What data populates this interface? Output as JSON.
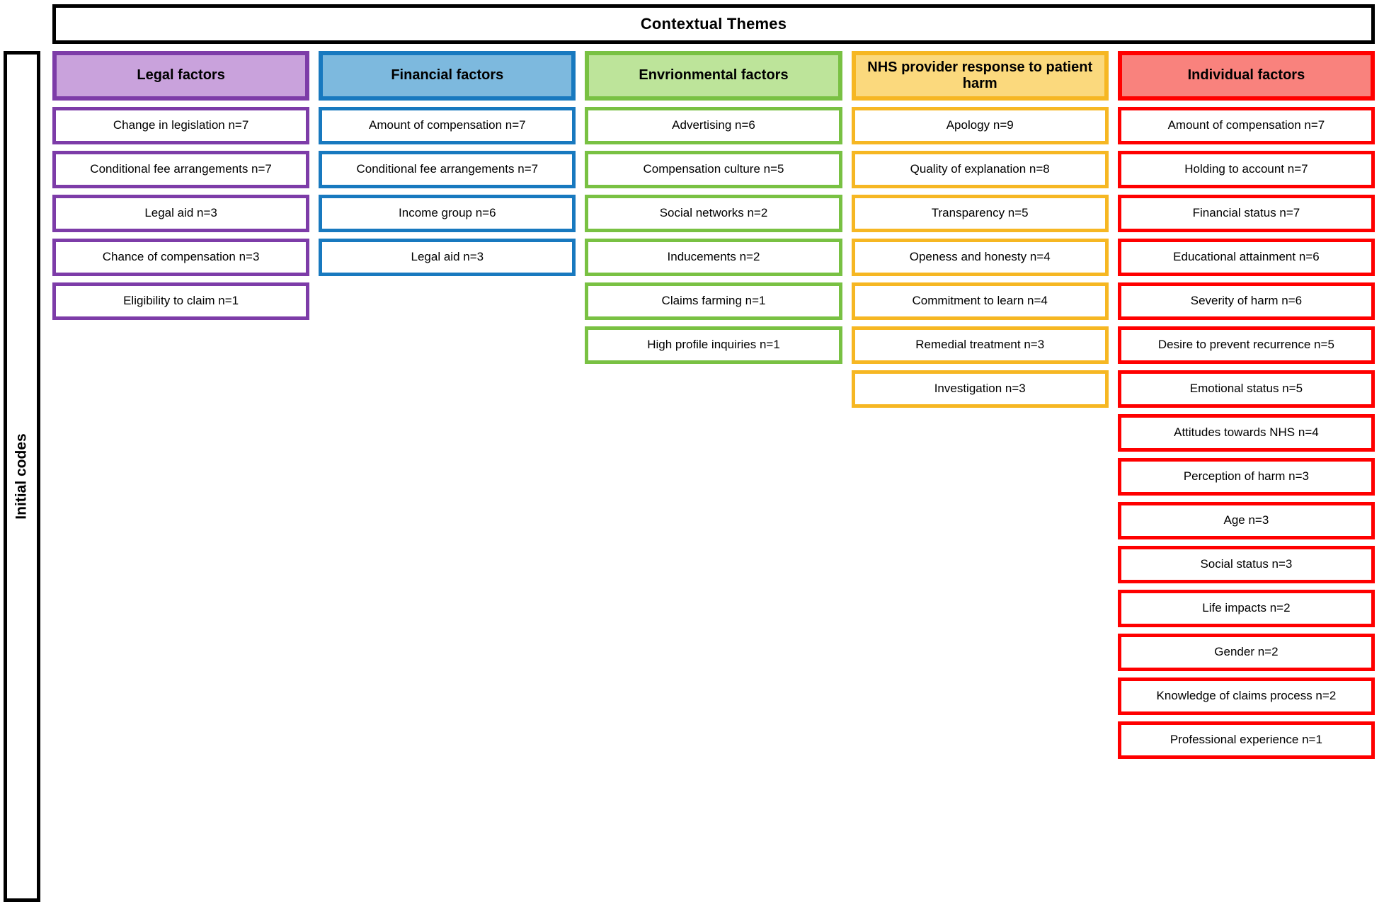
{
  "banner": {
    "title": "Contextual Themes"
  },
  "rail": {
    "title": "Initial codes"
  },
  "colors": {
    "legal_stroke": "#7D3CA8",
    "legal_fill": "#C9A2DC",
    "financial_stroke": "#1879BF",
    "financial_fill": "#7DB9DE",
    "environmental_stroke": "#79C143",
    "environmental_fill": "#BDE49A",
    "nhs_stroke": "#F6B723",
    "nhs_fill": "#FBD97D",
    "individual_stroke": "#FF0000",
    "individual_fill": "#F9827D",
    "frame_black": "#000000"
  },
  "columns": [
    {
      "key": "legal",
      "header": "Legal factors",
      "stroke": "#7D3CA8",
      "fill": "#C9A2DC",
      "codes": [
        "Change in legislation n=7",
        "Conditional fee arrangements n=7",
        "Legal aid n=3",
        "Chance of compensation n=3",
        "Eligibility to claim n=1"
      ]
    },
    {
      "key": "financial",
      "header": "Financial factors",
      "stroke": "#1879BF",
      "fill": "#7DB9DE",
      "codes": [
        "Amount of compensation n=7",
        "Conditional fee arrangements n=7",
        "Income group n=6",
        "Legal aid n=3"
      ]
    },
    {
      "key": "environmental",
      "header": "Envrionmental factors",
      "stroke": "#79C143",
      "fill": "#BDE49A",
      "codes": [
        "Advertising n=6",
        "Compensation culture n=5",
        "Social networks n=2",
        "Inducements n=2",
        "Claims farming n=1",
        "High profile inquiries n=1"
      ]
    },
    {
      "key": "nhs",
      "header": "NHS provider response to patient harm",
      "stroke": "#F6B723",
      "fill": "#FBD97D",
      "codes": [
        "Apology n=9",
        "Quality of explanation n=8",
        "Transparency n=5",
        "Openess and honesty n=4",
        "Commitment to learn n=4",
        "Remedial treatment n=3",
        "Investigation n=3"
      ]
    },
    {
      "key": "individual",
      "header": "Individual factors",
      "stroke": "#FF0000",
      "fill": "#F9827D",
      "codes": [
        "Amount of compensation n=7",
        "Holding to account n=7",
        "Financial status n=7",
        "Educational attainment n=6",
        "Severity of harm n=6",
        "Desire to prevent recurrence n=5",
        "Emotional status n=5",
        "Attitudes towards NHS n=4",
        "Perception of harm n=3",
        "Age n=3",
        "Social status n=3",
        "Life impacts n=2",
        "Gender n=2",
        "Knowledge of claims process n=2",
        "Professional experience n=1"
      ]
    }
  ]
}
